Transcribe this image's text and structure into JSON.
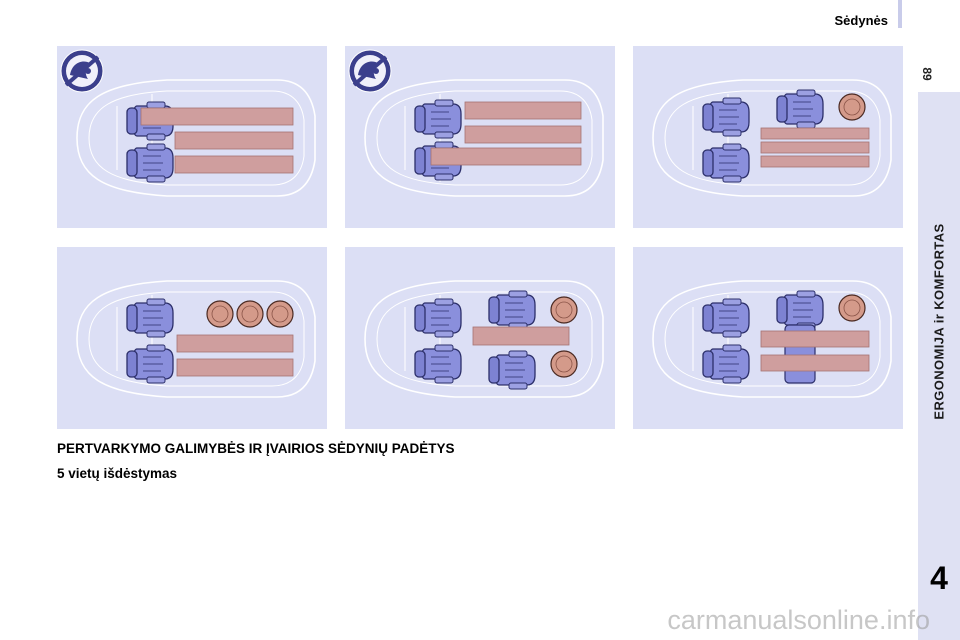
{
  "header": {
    "title": "Sėdynės"
  },
  "page_number": "89",
  "sidebar": {
    "label": "ERGONOMIJA ir KOMFORTAS",
    "chapter": "4"
  },
  "content": {
    "heading": "PERTVARKYMO GALIMYBĖS IR ĮVAIRIOS SĖDYNIŲ PADĖTYS",
    "subheading": "5 vietų išdėstymas"
  },
  "diagrams": [
    {
      "id": "config-1",
      "airbag_warning": true
    },
    {
      "id": "config-2",
      "airbag_warning": true
    },
    {
      "id": "config-3",
      "airbag_warning": false
    },
    {
      "id": "config-4",
      "airbag_warning": false
    },
    {
      "id": "config-5",
      "airbag_warning": false
    },
    {
      "id": "config-6",
      "airbag_warning": false
    }
  ],
  "watermark": "carmanualsonline.info",
  "colors": {
    "panel": "#dcdff5",
    "seat": "#8a8fdc",
    "load": "#cf9e9e",
    "sidebar": "#dfe1f3"
  }
}
